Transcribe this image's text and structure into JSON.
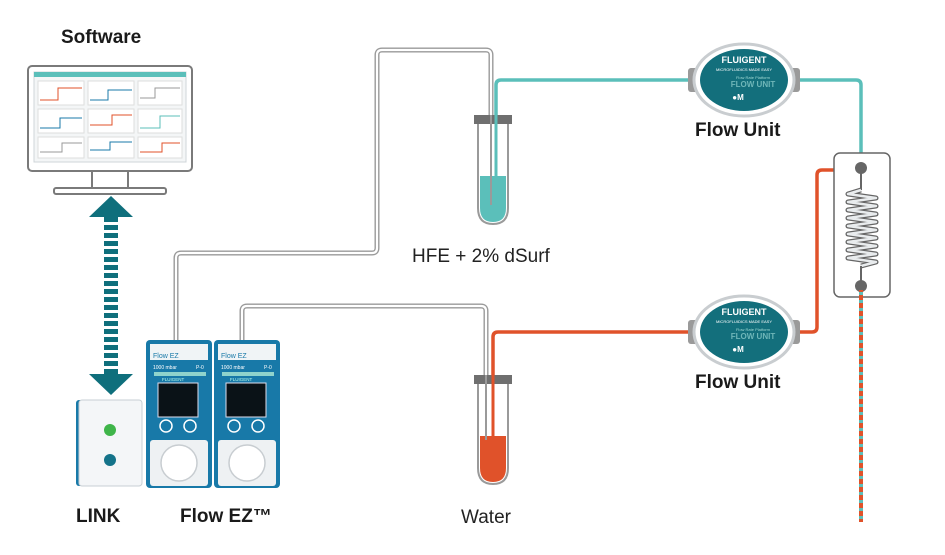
{
  "labels": {
    "software": "Software",
    "link": "LINK",
    "flow_ez": "Flow EZ™",
    "flow_unit_top": "Flow Unit",
    "flow_unit_bottom": "Flow Unit",
    "reservoir_top": "HFE + 2% dSurf",
    "reservoir_bottom": "Water"
  },
  "device_text": {
    "brand": "FLUIGENT",
    "tagline": "MICROFLUIDICS MADE EASY",
    "product": "FLOW UNIT",
    "subline_top": "Flow Rate Platform",
    "subline_bottom": "Flow Rate Platform",
    "ez_model": "Flow EZ",
    "ez_range": "1000 mbar",
    "ez_code": "P-0",
    "ez_brand": "FLUIGENT",
    "logo_mark": "●M"
  },
  "colors": {
    "teal": "#5bbfba",
    "orange": "#e0522a",
    "dark_teal": "#0f6f7c",
    "device_blue": "#1879a8",
    "tube_gray": "#9a9a9a"
  }
}
